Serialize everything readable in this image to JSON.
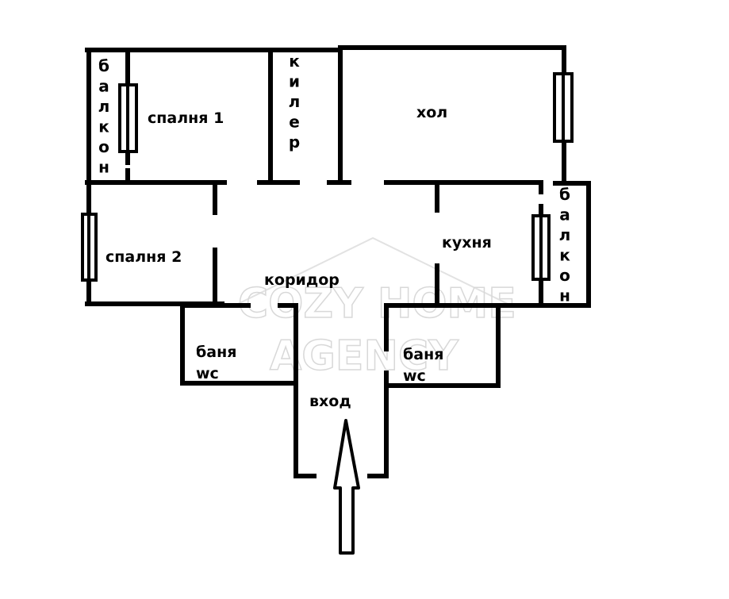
{
  "floor_plan": {
    "colors": {
      "wall": "#000000",
      "background": "#ffffff",
      "watermark": "#d8d8d8"
    },
    "watermark": {
      "line1": "COZY HOME",
      "line2": "AGENCY"
    },
    "rooms": {
      "balcony_left": {
        "label": "балкон"
      },
      "bedroom1": {
        "label": "спалня 1"
      },
      "closet": {
        "label": "килер"
      },
      "living": {
        "label": "хол"
      },
      "bedroom2": {
        "label": "спалня 2"
      },
      "corridor": {
        "label": "коридор"
      },
      "kitchen": {
        "label": "кухня"
      },
      "balcony_right": {
        "label": "балкон"
      },
      "bath_left": {
        "line1": "баня",
        "line2": "wc"
      },
      "bath_right": {
        "line1": "баня",
        "line2": "wc"
      },
      "entrance": {
        "label": "вход"
      }
    },
    "entrance_arrow": {
      "icon": "arrow-up-icon",
      "direction": "up"
    }
  }
}
